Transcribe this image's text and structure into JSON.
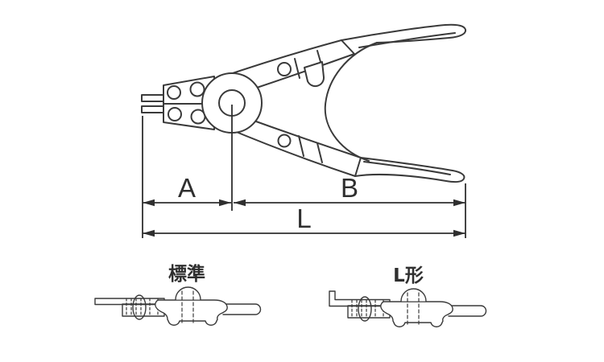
{
  "canvas": {
    "background": "#ffffff",
    "line_color": "#3a3a3a"
  },
  "diagram": {
    "subject": "snap-ring-pliers-dimension-drawing",
    "dimension_labels": {
      "a": "A",
      "b": "B",
      "l": "L"
    },
    "tip_variant_labels": {
      "standard": "標準",
      "l_type": "L形"
    }
  }
}
